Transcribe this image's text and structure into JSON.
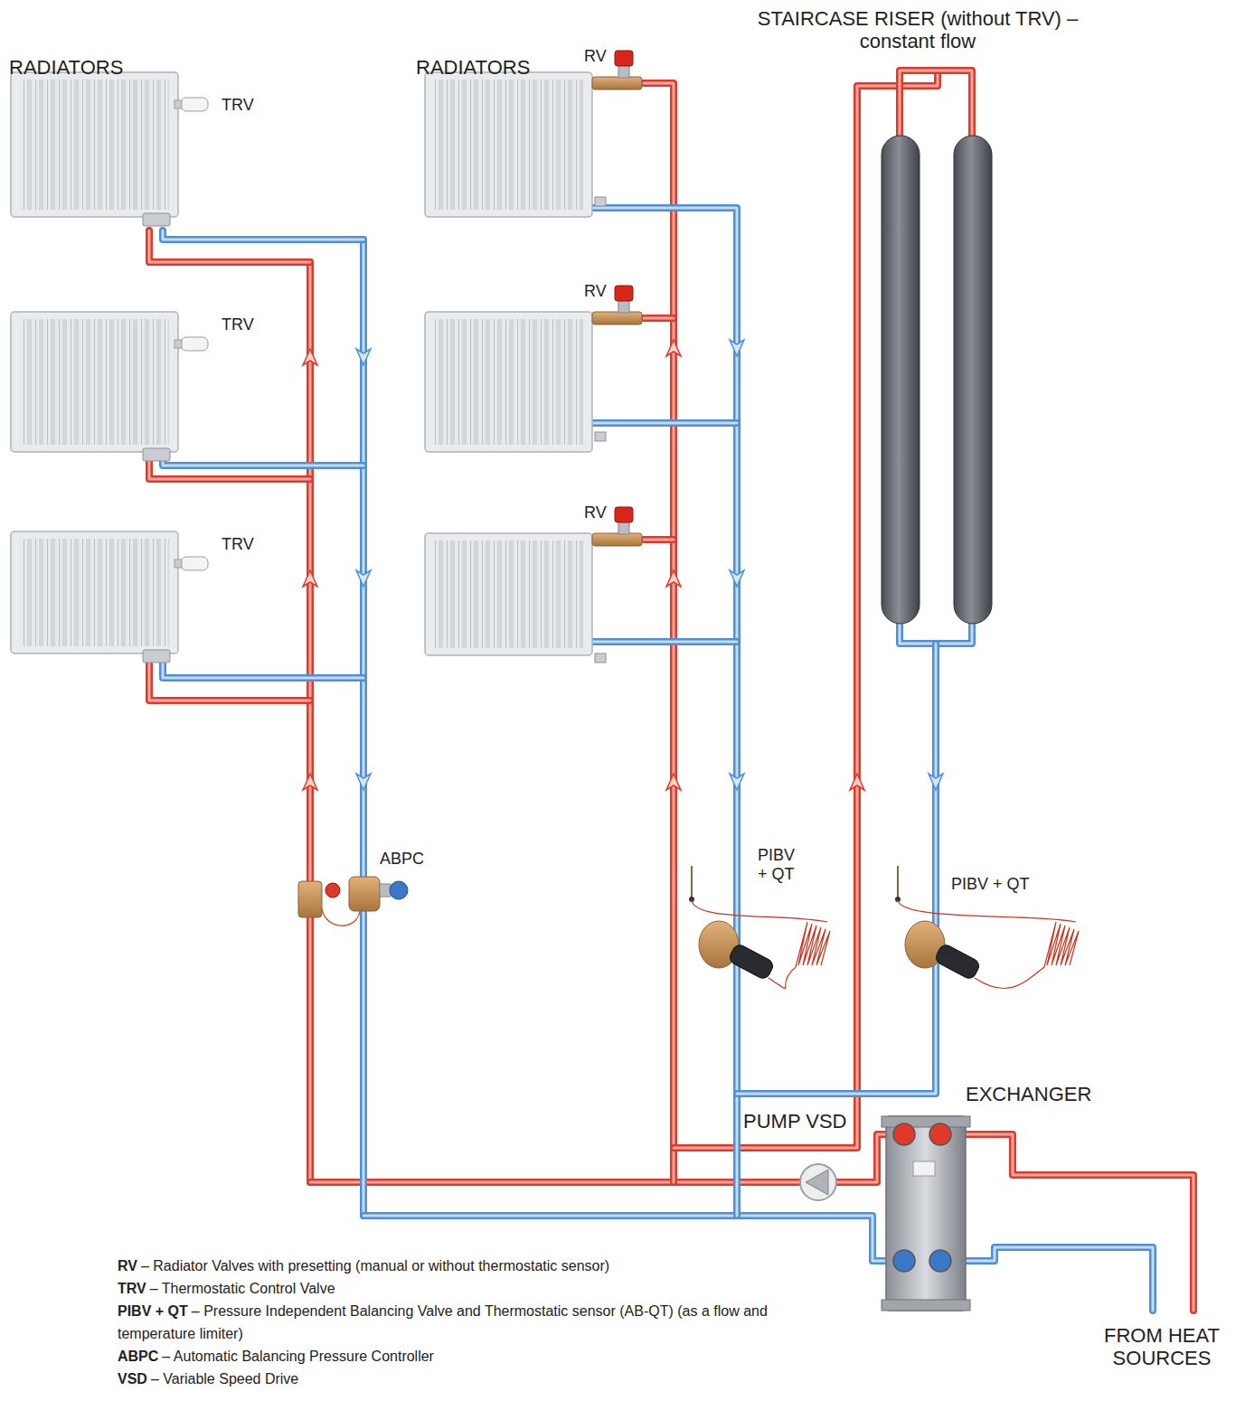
{
  "diagram": {
    "labels": [
      "RADIATORS",
      "TRV",
      "TRV",
      "TRV",
      "RADIATORS",
      "RV",
      "RV",
      "RV",
      "STAIRCASE RISER (without TRV) – constant flow",
      "ABPC",
      "PIBV + QT",
      "PIBV + QT",
      "EXCHANGER",
      "PUMP VSD",
      "FROM HEAT SOURCES",
      "RV",
      "– Radiator Valves with presetting (manual or without thermostatic sensor)",
      "TRV",
      "– Thermostatic Control Valve",
      "PIBV + QT",
      "– Pressure Independent Balancing Valve and Thermostatic sensor (AB-QT) (as a flow and temperature limiter)",
      "ABPC",
      "– Automatic Balancing Pressure Controller",
      "VSD",
      "– Variable Speed Drive"
    ]
  }
}
